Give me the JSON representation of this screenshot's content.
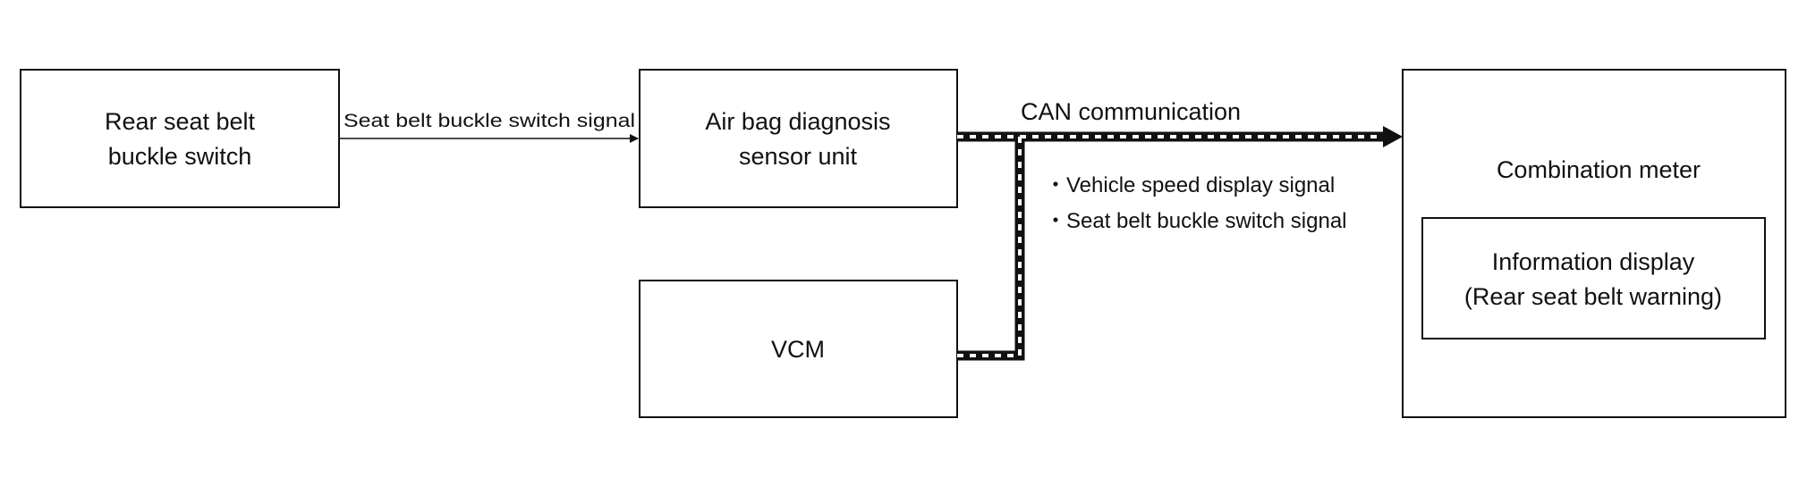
{
  "blocks": {
    "rear_switch": {
      "line1": "Rear seat belt",
      "line2": "buckle switch"
    },
    "airbag_unit": {
      "line1": "Air bag diagnosis",
      "line2": "sensor unit"
    },
    "vcm": {
      "label": "VCM"
    },
    "combination_meter": {
      "label": "Combination meter"
    },
    "info_display": {
      "line1": "Information display",
      "line2": "(Rear seat belt warning)"
    }
  },
  "signals": {
    "buckle_wire": "Seat belt buckle switch signal",
    "can_bus": "CAN communication",
    "can_items": [
      "・Vehicle speed display signal",
      "・Seat belt buckle switch signal"
    ]
  },
  "colors": {
    "line": "#111111",
    "background": "#ffffff"
  }
}
